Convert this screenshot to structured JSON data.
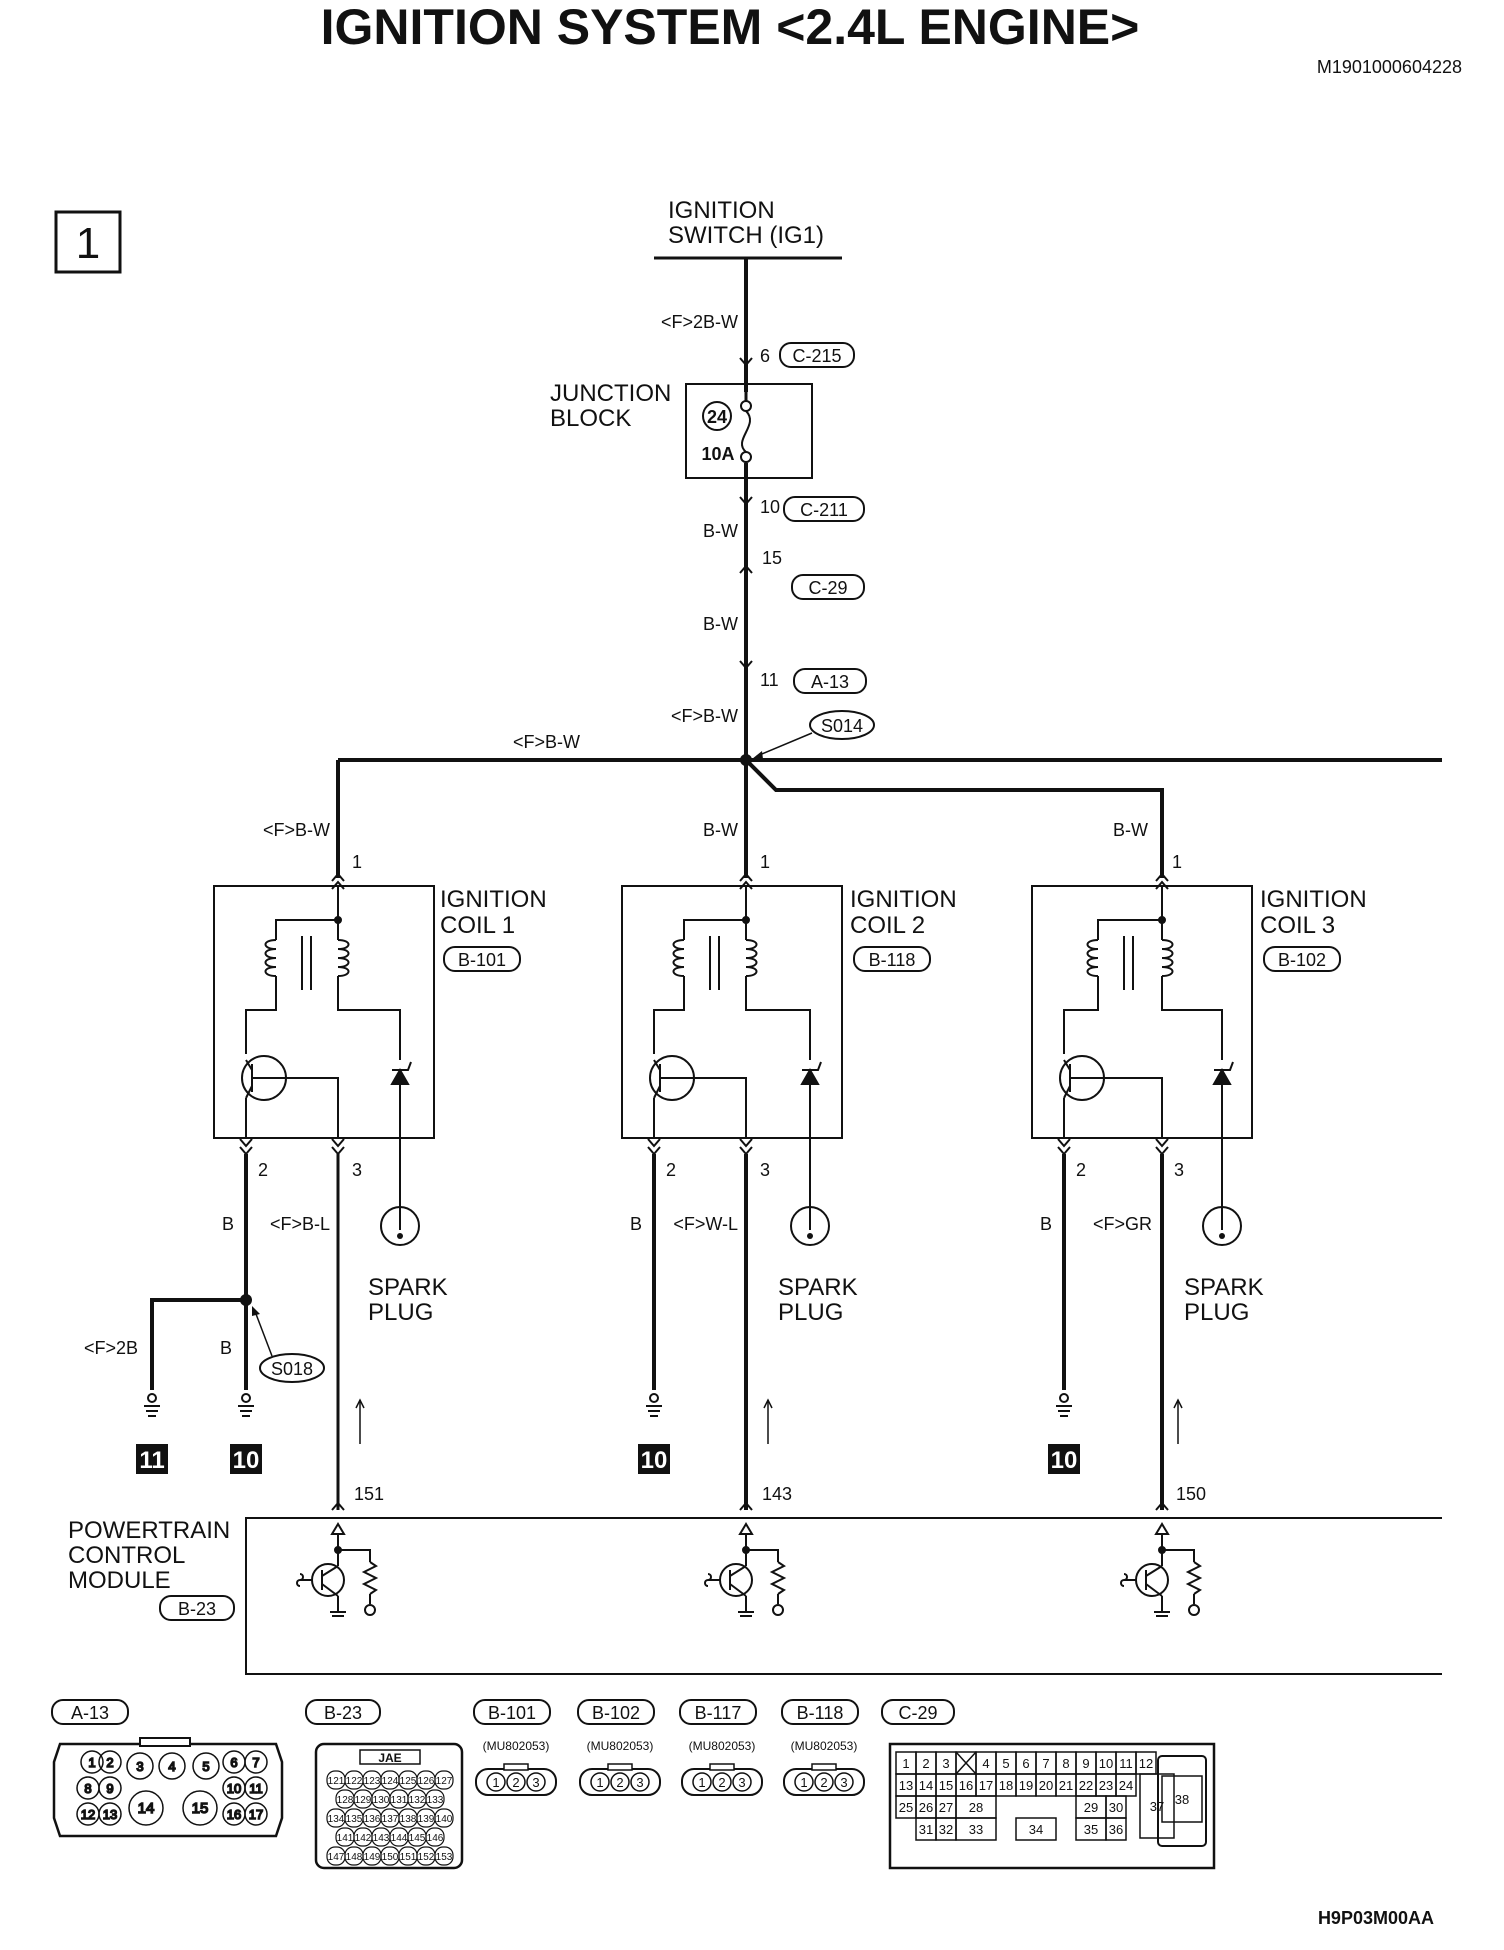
{
  "title": "IGNITION SYSTEM <2.4L ENGINE>",
  "doc_id": "M1901000604228",
  "page_number": "1",
  "footer_code": "H9P03M00AA",
  "ignition_switch": {
    "line1": "IGNITION",
    "line2": "SWITCH (IG1)"
  },
  "junction_block": {
    "line1": "JUNCTION",
    "line2": "BLOCK",
    "fuse_no": "24",
    "fuse_rating": "10A"
  },
  "top_wires": {
    "w1_color": "<F>2B-W",
    "pin_c215": "6",
    "conn_c215": "C-215",
    "pin_c211": "10",
    "conn_c211": "C-211",
    "w2_color": "B-W",
    "pin_c29": "15",
    "conn_c29": "C-29",
    "w3_color": "B-W",
    "pin_a13": "11",
    "conn_a13": "A-13",
    "w4_color": "<F>B-W",
    "splice": "S014",
    "bus_color": "<F>B-W"
  },
  "coils": [
    {
      "name1": "IGNITION",
      "name2": "COIL 1",
      "conn": "B-101",
      "in_color": "<F>B-W",
      "pin1": "1",
      "pin2": "2",
      "pin3": "3",
      "gnd_color": "B",
      "sig_color": "<F>B-L",
      "plug1": "SPARK",
      "plug2": "PLUG",
      "pcm_pin": "151"
    },
    {
      "name1": "IGNITION",
      "name2": "COIL 2",
      "conn": "B-118",
      "in_color": "B-W",
      "pin1": "1",
      "pin2": "2",
      "pin3": "3",
      "gnd_color": "B",
      "sig_color": "<F>W-L",
      "plug1": "SPARK",
      "plug2": "PLUG",
      "pcm_pin": "143"
    },
    {
      "name1": "IGNITION",
      "name2": "COIL 3",
      "conn": "B-102",
      "in_color": "B-W",
      "pin1": "1",
      "pin2": "2",
      "pin3": "3",
      "gnd_color": "B",
      "sig_color": "<F>GR",
      "plug1": "SPARK",
      "plug2": "PLUG",
      "pcm_pin": "150"
    }
  ],
  "ground_splice": {
    "splice": "S018",
    "left_color": "<F>2B",
    "right_color": "B"
  },
  "grounds": [
    "11",
    "10",
    "10",
    "10"
  ],
  "pcm": {
    "line1": "POWERTRAIN",
    "line2": "CONTROL",
    "line3": "MODULE",
    "conn": "B-23"
  },
  "connectors": {
    "a13": {
      "label": "A-13",
      "pins": [
        "1",
        "2",
        "3",
        "4",
        "5",
        "6",
        "7",
        "8",
        "9",
        "10",
        "11",
        "12",
        "13",
        "14",
        "15",
        "16",
        "17"
      ]
    },
    "b23": {
      "label": "B-23",
      "maker": "JAE",
      "pins": [
        "121",
        "122",
        "123",
        "124",
        "125",
        "126",
        "127",
        "128",
        "129",
        "130",
        "131",
        "132",
        "133",
        "134",
        "135",
        "136",
        "137",
        "138",
        "139",
        "140",
        "141",
        "142",
        "143",
        "144",
        "145",
        "146",
        "147",
        "148",
        "149",
        "150",
        "151",
        "152",
        "153"
      ]
    },
    "b101": {
      "label": "B-101",
      "part": "(MU802053)",
      "pins": [
        "1",
        "2",
        "3"
      ]
    },
    "b102": {
      "label": "B-102",
      "part": "(MU802053)",
      "pins": [
        "1",
        "2",
        "3"
      ]
    },
    "b117": {
      "label": "B-117",
      "part": "(MU802053)",
      "pins": [
        "1",
        "2",
        "3"
      ]
    },
    "b118": {
      "label": "B-118",
      "part": "(MU802053)",
      "pins": [
        "1",
        "2",
        "3"
      ]
    },
    "c29": {
      "label": "C-29",
      "pins": [
        "1",
        "2",
        "3",
        "4",
        "5",
        "6",
        "7",
        "8",
        "9",
        "10",
        "11",
        "12",
        "13",
        "14",
        "15",
        "16",
        "17",
        "18",
        "19",
        "20",
        "21",
        "22",
        "23",
        "24",
        "25",
        "26",
        "27",
        "28",
        "29",
        "30",
        "31",
        "32",
        "33",
        "34",
        "35",
        "36",
        "37",
        "38"
      ]
    }
  }
}
